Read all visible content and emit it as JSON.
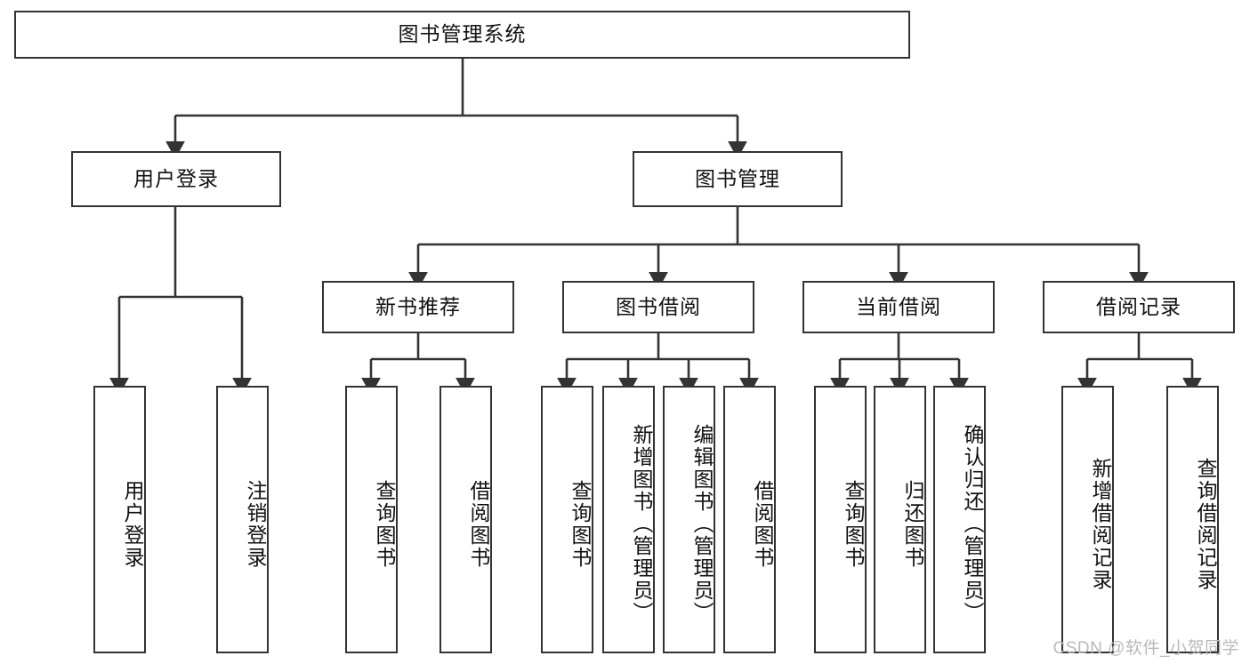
{
  "diagram": {
    "type": "tree",
    "title": "图书管理系统",
    "orientation": "top-down",
    "colors": {
      "box_border": "#333333",
      "box_fill": "#ffffff",
      "connector": "#333333",
      "text": "#111111",
      "watermark": "#b9b9b9",
      "background": "#ffffff"
    },
    "levels": [
      {
        "level": 1,
        "nodes": [
          {
            "id": "root",
            "label": "图书管理系统",
            "orientation": "horizontal"
          }
        ]
      },
      {
        "level": 2,
        "nodes": [
          {
            "id": "user-login",
            "label": "用户登录",
            "orientation": "horizontal",
            "parent": "root"
          },
          {
            "id": "book-manage",
            "label": "图书管理",
            "orientation": "horizontal",
            "parent": "root"
          }
        ]
      },
      {
        "level": 3,
        "nodes": [
          {
            "id": "new-book-rec",
            "label": "新书推荐",
            "orientation": "horizontal",
            "parent": "book-manage"
          },
          {
            "id": "book-borrow",
            "label": "图书借阅",
            "orientation": "horizontal",
            "parent": "book-manage"
          },
          {
            "id": "current-borrow",
            "label": "当前借阅",
            "orientation": "horizontal",
            "parent": "book-manage"
          },
          {
            "id": "borrow-record",
            "label": "借阅记录",
            "orientation": "horizontal",
            "parent": "book-manage"
          }
        ]
      },
      {
        "level": 4,
        "nodes": [
          {
            "id": "leaf-user-login",
            "label": "用户登录",
            "orientation": "vertical",
            "parent": "user-login"
          },
          {
            "id": "leaf-logout",
            "label": "注销登录",
            "orientation": "vertical",
            "parent": "user-login"
          },
          {
            "id": "leaf-query-book-1",
            "label": "查询图书",
            "orientation": "vertical",
            "parent": "new-book-rec"
          },
          {
            "id": "leaf-borrow-book-1",
            "label": "借阅图书",
            "orientation": "vertical",
            "parent": "new-book-rec"
          },
          {
            "id": "leaf-query-book-2",
            "label": "查询图书",
            "orientation": "vertical",
            "parent": "book-borrow"
          },
          {
            "id": "leaf-add-book",
            "label": "新增图书（管理员）",
            "orientation": "vertical",
            "parent": "book-borrow"
          },
          {
            "id": "leaf-edit-book",
            "label": "编辑图书（管理员）",
            "orientation": "vertical",
            "parent": "book-borrow"
          },
          {
            "id": "leaf-borrow-book-2",
            "label": "借阅图书",
            "orientation": "vertical",
            "parent": "book-borrow"
          },
          {
            "id": "leaf-query-book-3",
            "label": "查询图书",
            "orientation": "vertical",
            "parent": "current-borrow"
          },
          {
            "id": "leaf-return-book",
            "label": "归还图书",
            "orientation": "vertical",
            "parent": "current-borrow"
          },
          {
            "id": "leaf-confirm-return",
            "label": "确认归还（管理员）",
            "orientation": "vertical",
            "parent": "current-borrow"
          },
          {
            "id": "leaf-add-record",
            "label": "新增借阅记录",
            "orientation": "vertical",
            "parent": "borrow-record"
          },
          {
            "id": "leaf-query-record",
            "label": "查询借阅记录",
            "orientation": "vertical",
            "parent": "borrow-record"
          }
        ]
      }
    ],
    "edges": [
      {
        "from": "root",
        "to": "user-login"
      },
      {
        "from": "root",
        "to": "book-manage"
      },
      {
        "from": "book-manage",
        "to": "new-book-rec"
      },
      {
        "from": "book-manage",
        "to": "book-borrow"
      },
      {
        "from": "book-manage",
        "to": "current-borrow"
      },
      {
        "from": "book-manage",
        "to": "borrow-record"
      },
      {
        "from": "user-login",
        "to": "leaf-user-login"
      },
      {
        "from": "user-login",
        "to": "leaf-logout"
      },
      {
        "from": "new-book-rec",
        "to": "leaf-query-book-1"
      },
      {
        "from": "new-book-rec",
        "to": "leaf-borrow-book-1"
      },
      {
        "from": "book-borrow",
        "to": "leaf-query-book-2"
      },
      {
        "from": "book-borrow",
        "to": "leaf-add-book"
      },
      {
        "from": "book-borrow",
        "to": "leaf-edit-book"
      },
      {
        "from": "book-borrow",
        "to": "leaf-borrow-book-2"
      },
      {
        "from": "current-borrow",
        "to": "leaf-query-book-3"
      },
      {
        "from": "current-borrow",
        "to": "leaf-return-book"
      },
      {
        "from": "current-borrow",
        "to": "leaf-confirm-return"
      },
      {
        "from": "borrow-record",
        "to": "leaf-add-record"
      },
      {
        "from": "borrow-record",
        "to": "leaf-query-record"
      }
    ]
  },
  "watermark": {
    "text": "CSDN @软件_小贺同学"
  }
}
